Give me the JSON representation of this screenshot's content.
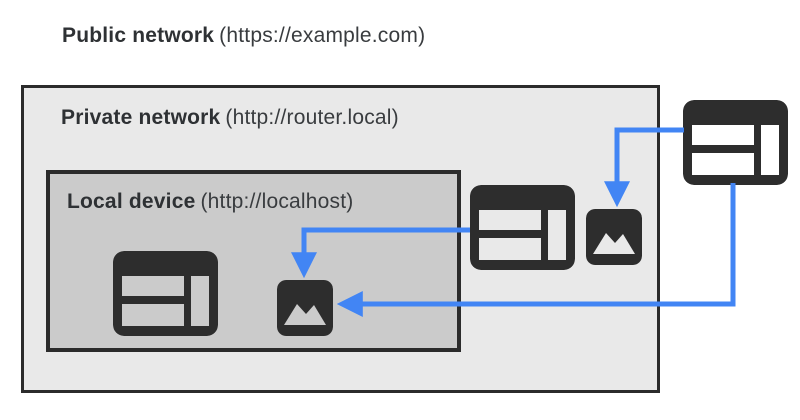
{
  "diagram": {
    "type": "network-boundaries-diagram",
    "public_network": {
      "name": "Public network",
      "url": "(https://example.com)"
    },
    "private_network": {
      "name": "Private network",
      "url": "(http://router.local)"
    },
    "local_device": {
      "name": "Local device",
      "url": "(http://localhost)"
    },
    "nodes": [
      {
        "id": "local-browser-window",
        "icon": "browser-window-icon",
        "location": "local-device"
      },
      {
        "id": "local-image",
        "icon": "image-icon",
        "location": "local-device"
      },
      {
        "id": "private-browser-window",
        "icon": "browser-window-icon",
        "location": "private-network"
      },
      {
        "id": "private-image",
        "icon": "image-icon",
        "location": "private-network"
      },
      {
        "id": "public-browser-window",
        "icon": "browser-window-icon",
        "location": "public-network"
      }
    ],
    "arrows": [
      {
        "from": "private-browser-window",
        "to": "local-image"
      },
      {
        "from": "public-browser-window",
        "to": "private-image"
      },
      {
        "from": "public-browser-window",
        "to": "local-image"
      }
    ],
    "colors": {
      "arrow": "#4285f4",
      "icon": "#2d2d2d",
      "box_border": "#2b2b2b",
      "private_network_bg": "#e9e9e9",
      "local_device_bg": "#cbcbcb",
      "page_bg": "#ffffff",
      "text": "#2e3134"
    }
  }
}
